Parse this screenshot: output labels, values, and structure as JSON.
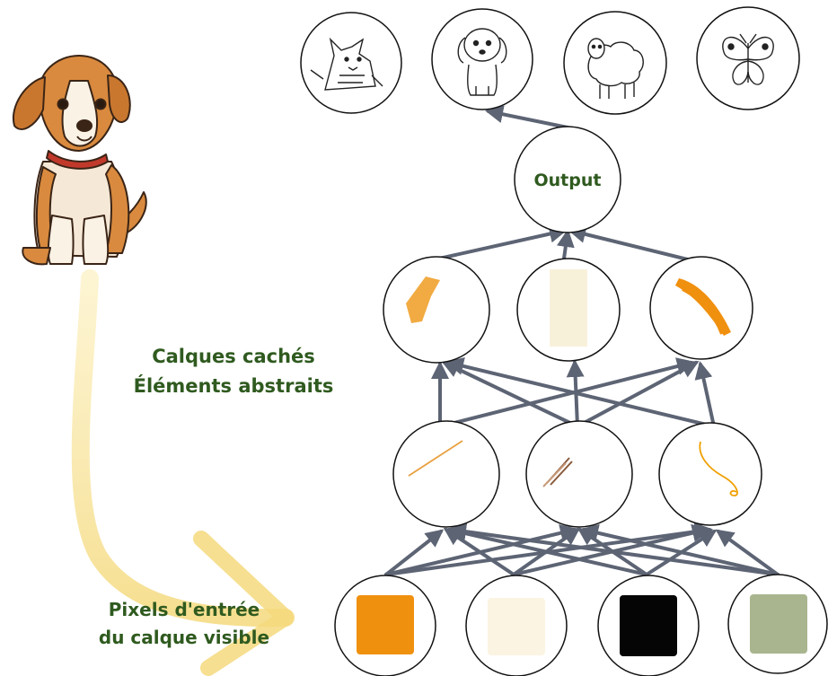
{
  "output_node_label": "Output",
  "hidden_layers_label": {
    "line1": "Calques cachés",
    "line2": "Éléments abstraits"
  },
  "input_label": {
    "line1": "Pixels d'entrée",
    "line2": "du calque visible"
  },
  "output_classes": [
    {
      "icon": "cat-icon"
    },
    {
      "icon": "dog-icon"
    },
    {
      "icon": "sheep-icon"
    },
    {
      "icon": "butterfly-icon"
    }
  ],
  "input_pixels": [
    {
      "color": "#f0900f"
    },
    {
      "color": "#fbf4e2"
    },
    {
      "color": "#050505"
    },
    {
      "color": "#a9b58e"
    }
  ],
  "colors": {
    "connection": "#5d6474",
    "label_green": "#2f5a1f",
    "curve_yellow": "#f4d97c",
    "dog_orange": "#d98a3e"
  }
}
